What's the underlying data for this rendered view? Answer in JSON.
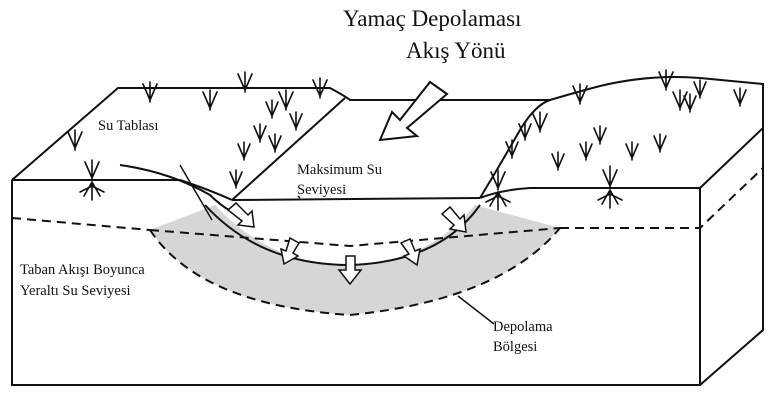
{
  "title": {
    "line1": "Yamaç Depolaması",
    "line2": "Akış Yönü"
  },
  "labels": {
    "water_table": "Su Tablası",
    "max_level_line1": "Maksimum Su",
    "max_level_line2": "Seviyesi",
    "baseflow_line1": "Taban Akışı Boyunca",
    "baseflow_line2": "Yeraltı Su Seviyesi",
    "storage_line1": "Depolama",
    "storage_line2": "Bölgesi"
  },
  "colors": {
    "stroke": "#111111",
    "storage_fill": "#d6d6d6",
    "arrow_fill": "#ffffff",
    "background": "#ffffff"
  }
}
